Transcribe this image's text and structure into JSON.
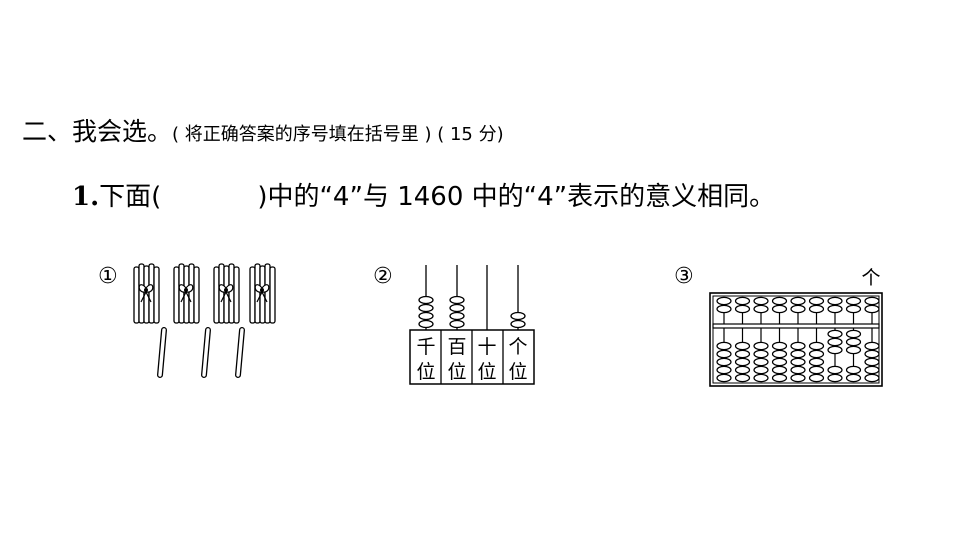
{
  "section": {
    "heading": "二、我会选。",
    "instruction": "( 将正确答案的序号填在括号里 ) ( 15 分)"
  },
  "question": {
    "number": "1.",
    "text_before": "下面(",
    "text_after": ")中的“4”与 1460 中的“4”表示的意义相同。"
  },
  "options": [
    {
      "label": "①",
      "bundles": 4,
      "single_sticks": 3
    },
    {
      "label": "②",
      "columns": [
        {
          "place": "千",
          "suffix": "位",
          "beads": 4
        },
        {
          "place": "百",
          "suffix": "位",
          "beads": 4
        },
        {
          "place": "十",
          "suffix": "位",
          "beads": 0
        },
        {
          "place": "个",
          "suffix": "位",
          "beads": 2
        }
      ]
    },
    {
      "label": "③",
      "ones_label": "个"
    }
  ]
}
